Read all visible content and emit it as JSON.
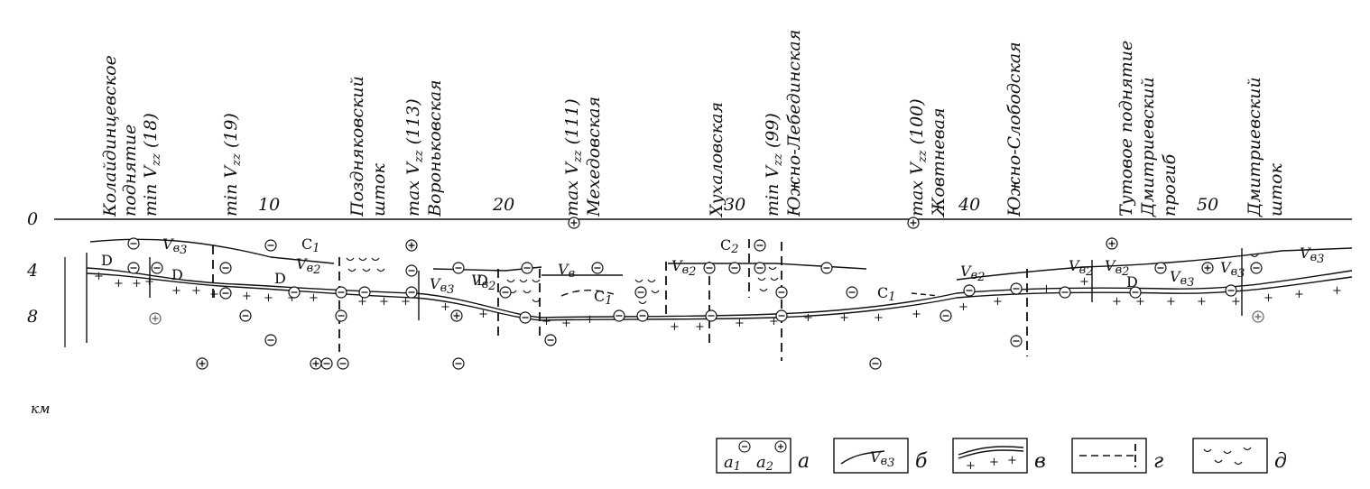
{
  "axis": {
    "x_ticks": [
      "0",
      "10",
      "20",
      "30",
      "40",
      "50"
    ],
    "y_ticks": [
      "0",
      "4",
      "8"
    ],
    "y_unit": "км"
  },
  "location_labels": [
    [
      "Колайдинцевское",
      "поднятие",
      "min V",
      "zz",
      " (18)"
    ],
    [
      "min V",
      "zz",
      " (19)"
    ],
    [
      "Поздняковский",
      "шток"
    ],
    [
      "max V",
      "zz",
      " (113)",
      "Вороньковская"
    ],
    [
      "max V",
      "zz",
      " (111)",
      "Мехедовская"
    ],
    [
      "Хухаловская"
    ],
    [
      "min V",
      "zz",
      " (99)",
      "Южно-Лебединская"
    ],
    [
      "max V",
      "zz",
      " (100)",
      "Жовтневая"
    ],
    [
      "Южно-Слободская"
    ],
    [
      "Тутовое поднятие",
      "Дмитриевский",
      "прогиб"
    ],
    [
      "Дмитриевский",
      "шток"
    ]
  ],
  "section_labels": {
    "D": "D",
    "C1": "C",
    "C1_sub": "1",
    "C2": "C",
    "C2_sub": "2",
    "V": "V",
    "b3": "в",
    "b3_sub": "3",
    "b2": "в",
    "b2_sub": "2",
    "b": "в",
    "plus": "+",
    "minus": "−"
  },
  "legend": {
    "a": {
      "a1": "a",
      "a1_sub": "1",
      "a2": "a",
      "a2_sub": "2",
      "letter": "а"
    },
    "b": {
      "label": "V",
      "sub": "в",
      "sub2": "3",
      "letter": "б"
    },
    "v": {
      "letter": "в"
    },
    "g": {
      "letter": "г"
    },
    "d": {
      "letter": "д"
    }
  }
}
